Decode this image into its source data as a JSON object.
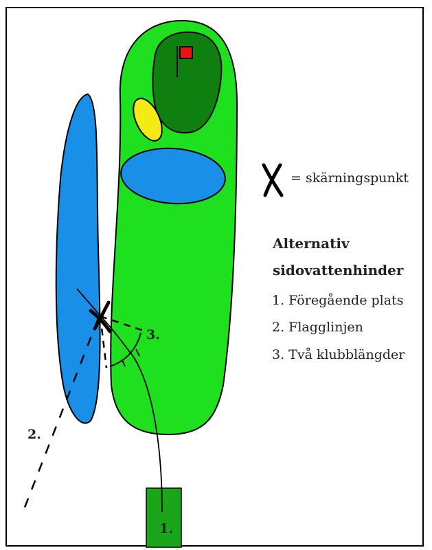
{
  "legend": {
    "equals_text": "= skärningspunkt",
    "title_line1": "Alternativ",
    "title_line2": "sidovattenhinder",
    "items": [
      "1. Föregående plats",
      "2. Flagglinjen",
      "3. Två klubblängder"
    ]
  },
  "markers": {
    "tee": "1.",
    "flag_line": "2.",
    "club_lengths": "3."
  },
  "colors": {
    "fairway": "#1ee01e",
    "green": "#0f800f",
    "water": "#1a8fe8",
    "bunker": "#f2ec14",
    "flag": "#ee1111",
    "tee": "#1aa51a"
  }
}
